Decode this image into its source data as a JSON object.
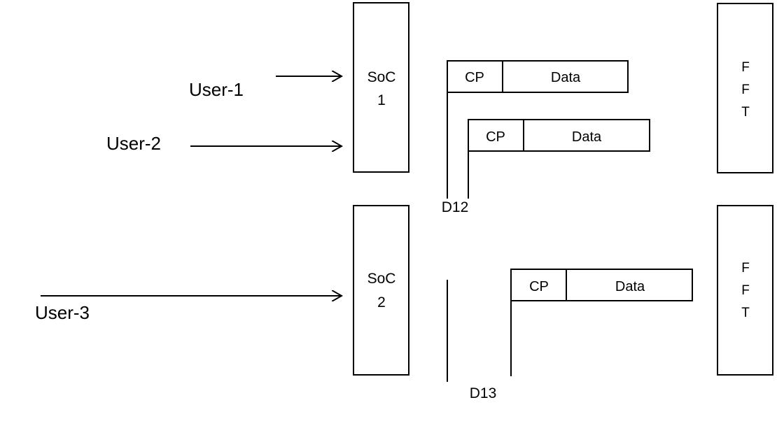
{
  "users": {
    "user1": "User-1",
    "user2": "User-2",
    "user3": "User-3"
  },
  "soc1": {
    "line1": "SoC",
    "line2": "1"
  },
  "soc2": {
    "line1": "SoC",
    "line2": "2"
  },
  "fft1": {
    "line1": "F",
    "line2": "F",
    "line3": "T"
  },
  "fft2": {
    "line1": "F",
    "line2": "F",
    "line3": "T"
  },
  "packets": [
    {
      "cp": "CP",
      "data": "Data"
    },
    {
      "cp": "CP",
      "data": "Data"
    },
    {
      "cp": "CP",
      "data": "Data"
    }
  ],
  "delays": {
    "d12": "D12",
    "d13": "D13"
  }
}
